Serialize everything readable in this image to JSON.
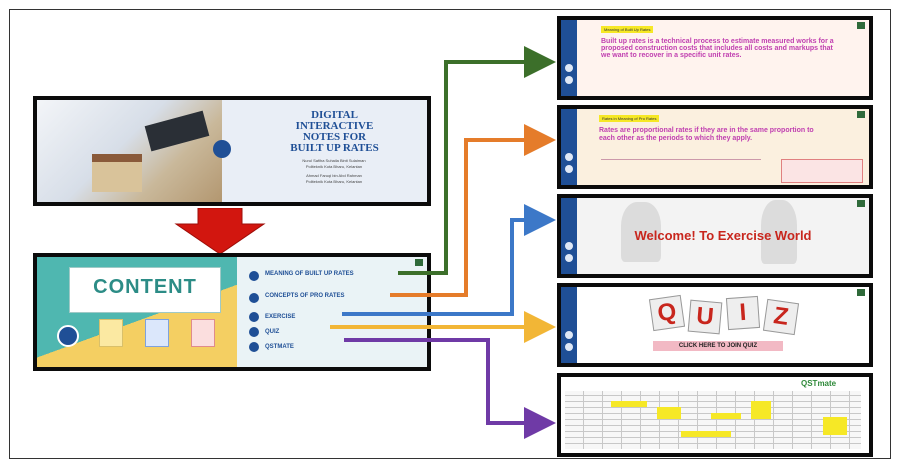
{
  "cover": {
    "title": [
      "DIGITAL",
      "INTERACTIVE",
      "NOTES FOR",
      "BUILT UP RATES"
    ],
    "authors": [
      "Nurul Safiha Suhaila Binti Sulaiman",
      "Politeknik Kota Bharu, Kelantan",
      "Ahmad Faruqi bin Abd Rahman",
      "Politeknik Kota Bharu, Kelantan"
    ]
  },
  "content_slide": {
    "heading": "CONTENT",
    "menu": [
      {
        "label": "MEANING OF BUILT UP RATES"
      },
      {
        "label": "CONCEPTS OF PRO RATES"
      },
      {
        "label": "EXERCISE"
      },
      {
        "label": "QUIZ"
      },
      {
        "label": "QSTMATE"
      }
    ]
  },
  "targets": {
    "meaning": {
      "tag": "Meaning of Built Up Rates",
      "text": "Built up rates is a technical process to estimate measured works for a proposed construction costs that includes all costs and markups that we want to recover in a specific unit rates."
    },
    "pro": {
      "tag": "Rates in Meaning of Pro Rates",
      "text": "Rates are proportional rates if they are in the same proportion to each other as the periods to which they apply."
    },
    "exercise": {
      "welcome": "Welcome!",
      "title": "To Exercise World"
    },
    "quiz": {
      "letters": [
        "Q",
        "U",
        "I",
        "Z"
      ],
      "cta": "CLICK HERE TO JOIN QUIZ"
    },
    "qstmate": {
      "logo": "QSTmate"
    }
  },
  "colors": {
    "green": "#3c6f2a",
    "orange": "#e57c2a",
    "blue": "#3c78c8",
    "yellow": "#f2b636",
    "purple": "#6f3aa6",
    "red": "#d2160f",
    "teal": "#4fb7b0"
  }
}
